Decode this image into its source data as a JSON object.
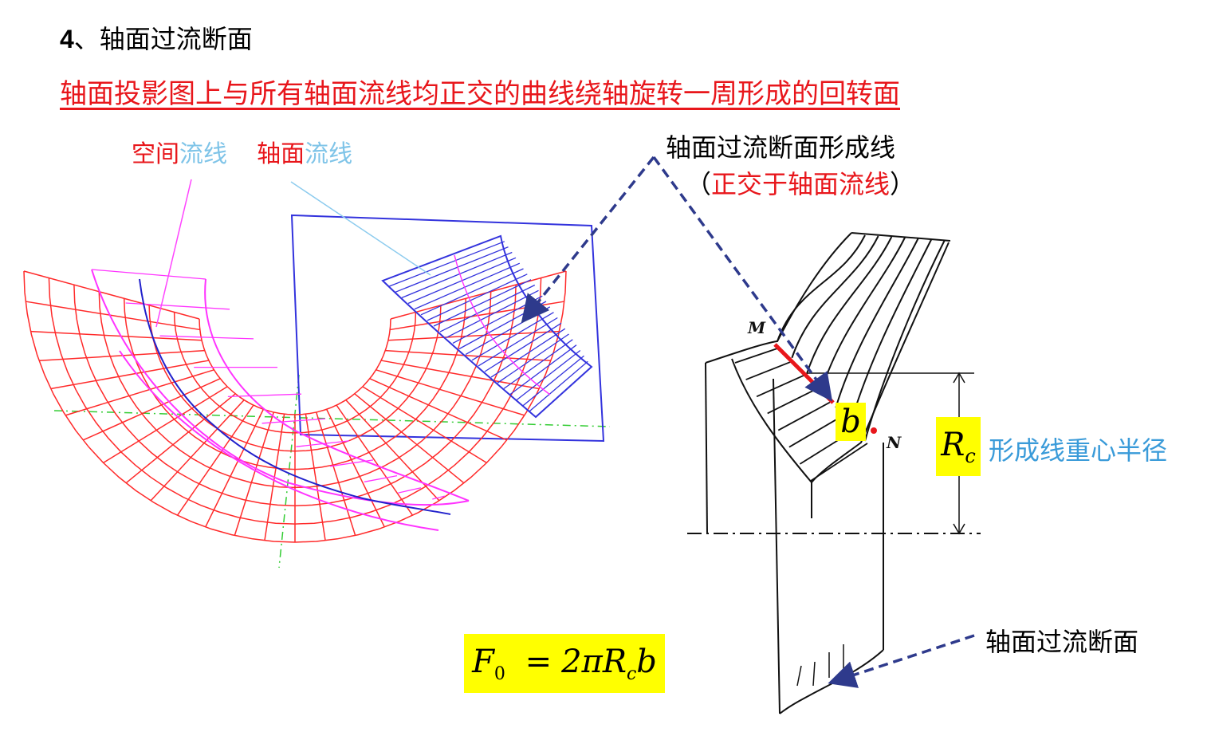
{
  "heading": {
    "number": "4",
    "text": "、轴面过流断面"
  },
  "subtitle": "轴面投影图上与所有轴面流线均正交的曲线绕轴旋转一周形成的回转面",
  "legend": {
    "space_streamline": "空间",
    "space_streamline_suffix": "流线",
    "axial_streamline": "轴面",
    "axial_streamline_suffix": "流线"
  },
  "callout_top": {
    "line1": "轴面过流断面形成线",
    "paren_open": "（",
    "highlight": "正交于轴面流线",
    "paren_close": "）"
  },
  "callout_bottom": "轴面过流断面",
  "label_b": "b",
  "label_rc": {
    "main": "R",
    "sub": "c"
  },
  "rc_caption": "形成线重心半径",
  "label_m": "M",
  "label_n": "N",
  "formula": {
    "f": "F",
    "f_sub": "0",
    "eq": "=",
    "rhs": "2πR",
    "rhs_sub": "c",
    "tail": "b"
  },
  "colors": {
    "red_text": "#e8161b",
    "blue_text": "#3a9bd9",
    "highlight": "#ffff00",
    "arrow": "#2e3a8c",
    "mesh_red": "#ff2a2a",
    "mesh_magenta": "#ff33ff",
    "mesh_blue": "#3333dd",
    "axis_green": "#33cc33"
  }
}
